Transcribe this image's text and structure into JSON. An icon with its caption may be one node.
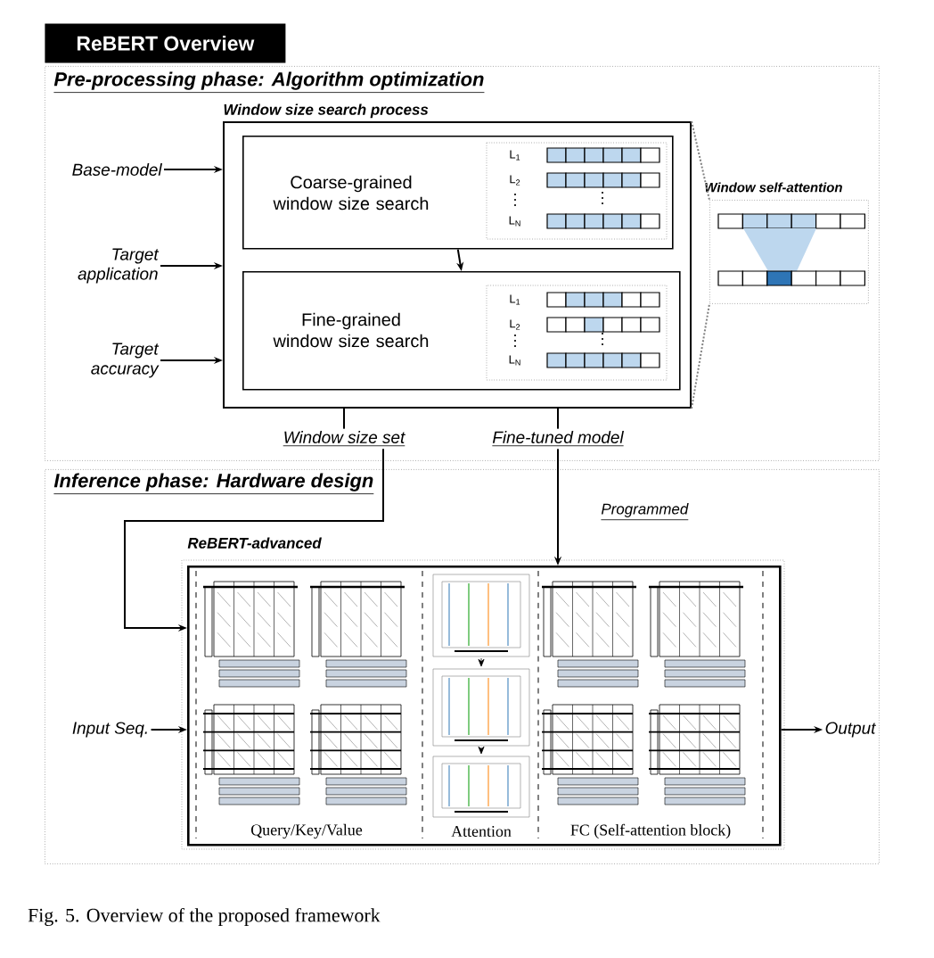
{
  "diagram": {
    "title": "ReBERT Overview",
    "caption": "Fig. 5.   Overview of the proposed framework",
    "nodes": [
      {
        "text": [
          "Pre-processing phase: Algorithm optimization"
        ]
      },
      {
        "text": [
          "Window size search process"
        ],
        "in": 0
      },
      {
        "text": [
          "Coarse-grained window size search"
        ],
        "in": 1
      },
      {
        "text": [
          "Fine-grained window size search"
        ],
        "in": 1
      },
      {
        "text": [
          "Window self-attention"
        ],
        "in": 0
      },
      {
        "text": [
          "Base-model"
        ],
        "in": 0
      },
      {
        "text": [
          "Target application"
        ],
        "in": 0
      },
      {
        "text": [
          "Target accuracy"
        ],
        "in": 0
      },
      {
        "text": [
          "Window size set"
        ],
        "in": 0
      },
      {
        "text": [
          "Fine-tuned model"
        ],
        "in": 0
      },
      {
        "text": [
          "Inference phase: Hardware design"
        ]
      },
      {
        "text": [
          "ReBERT-advanced"
        ],
        "in": 10
      },
      {
        "text": [
          "Input Seq."
        ],
        "in": 10
      },
      {
        "text": [
          "Output"
        ],
        "in": 10
      }
    ],
    "edges": [
      {
        "from": 5,
        "to": 1,
        "arrow": "to"
      },
      {
        "from": 6,
        "to": 1,
        "arrow": "to"
      },
      {
        "from": 7,
        "to": 1,
        "arrow": "to"
      },
      {
        "from": 2,
        "to": 3,
        "arrow": "to"
      },
      {
        "from": 1,
        "to": 4,
        "arrow": "none",
        "style": "dashed",
        "color": "#808080"
      },
      {
        "from": 1,
        "to": 4,
        "arrow": "none",
        "style": "dashed",
        "color": "#808080"
      },
      {
        "from": 1,
        "to": 8,
        "arrow": "none"
      },
      {
        "from": 1,
        "to": 9,
        "arrow": "none"
      },
      {
        "from": 8,
        "to": 11,
        "arrow": "to"
      },
      {
        "from": 9,
        "to": 11,
        "arrow": "to",
        "label": "Programmed"
      },
      {
        "from": 12,
        "to": 11,
        "arrow": "to"
      },
      {
        "from": 11,
        "to": 13,
        "arrow": "to"
      }
    ],
    "labels": [
      "L$_{1}$",
      "L$_{2}$",
      "L$_{N}$",
      "L$_{1}$",
      "L$_{2}$",
      "L$_{N}$",
      "Query/Key/Value",
      "Attention",
      "FC (Self-attention block)"
    ]
  }
}
